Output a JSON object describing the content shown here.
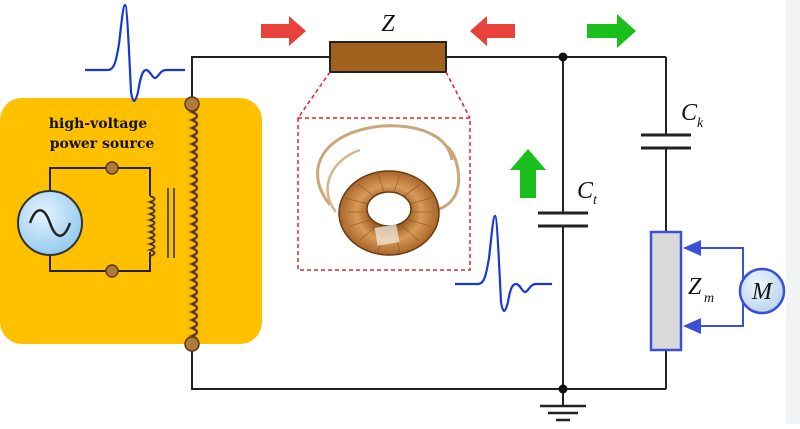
{
  "source": {
    "label_line1": "high-voltage",
    "label_line2": "power source"
  },
  "components": {
    "impedance": "Z",
    "test_capacitor": "C",
    "test_capacitor_sub": "t",
    "coupling_capacitor": "C",
    "coupling_capacitor_sub": "k",
    "measuring_impedance": "Z",
    "measuring_impedance_sub": "m",
    "meter": "M"
  },
  "colors": {
    "source_panel": "#ffc000",
    "impedance_body": "#a0621e",
    "arrow_red": "#e8423a",
    "arrow_green": "#1bbf1b",
    "pulse": "#1638d6",
    "zm_body": "#d9d9d9",
    "zm_border": "#3c4fd8",
    "meter_fill": "#cfe3f2",
    "coil": "#9a6a1e",
    "node_fill": "#b07a3a",
    "zoom_border": "#e82020"
  },
  "icons": {
    "ac_source": "ac-source-icon",
    "toroid": "toroidal-coil-icon",
    "ground": "ground-icon"
  }
}
